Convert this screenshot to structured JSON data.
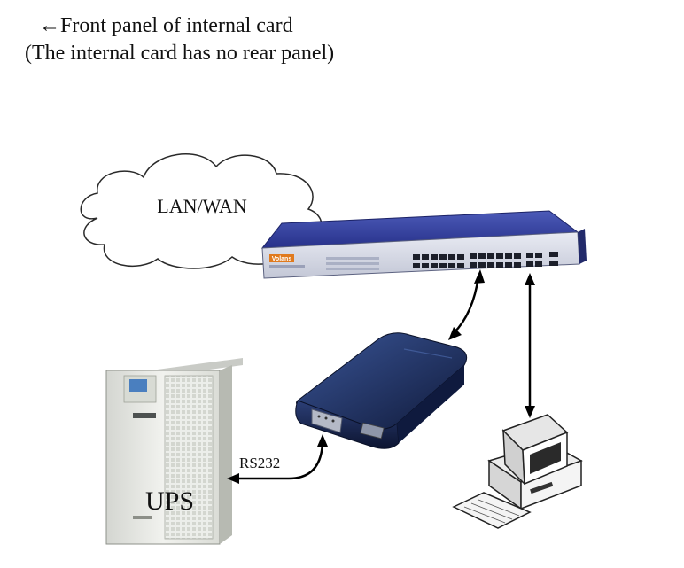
{
  "caption": {
    "line1": "←Front panel of internal card",
    "line2": "(The internal card has no rear panel)"
  },
  "diagram": {
    "network_label": "LAN/WAN",
    "switch_brand": "Volans",
    "link_label": "RS232",
    "ups_label": "UPS"
  },
  "colors": {
    "switch_body": "#2f3a8f",
    "card_body": "#1d2a57",
    "ups_cabinet": "#e6e7e3",
    "ups_display": "#4a7fbf",
    "switch_brand": "#e07a1e"
  }
}
